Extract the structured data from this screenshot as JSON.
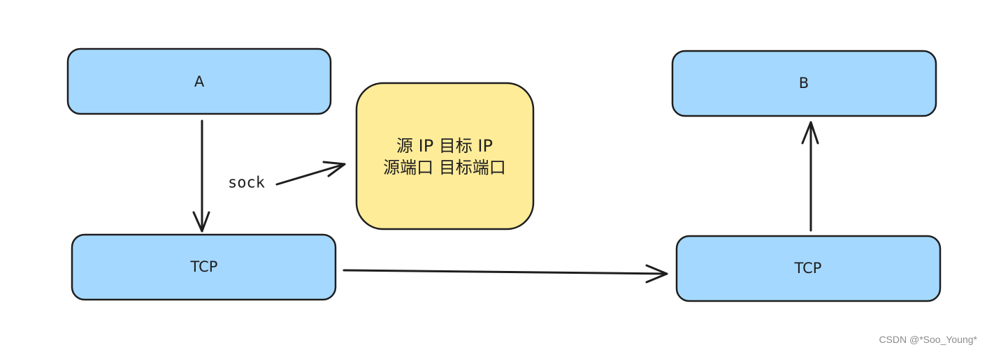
{
  "nodes": {
    "a": {
      "label": "A"
    },
    "b": {
      "label": "B"
    },
    "tcp_left": {
      "label": "TCP"
    },
    "tcp_right": {
      "label": "TCP"
    }
  },
  "note": {
    "line1": "源 IP 目标 IP",
    "line2": "源端口 目标端口"
  },
  "edges": {
    "sock_label": "sock"
  },
  "watermark": "CSDN @*Soo_Young*",
  "colors": {
    "box_fill": "#a5d8ff",
    "note_fill": "#ffec99",
    "stroke": "#1e1e1e",
    "watermark": "#8c8c8c"
  }
}
